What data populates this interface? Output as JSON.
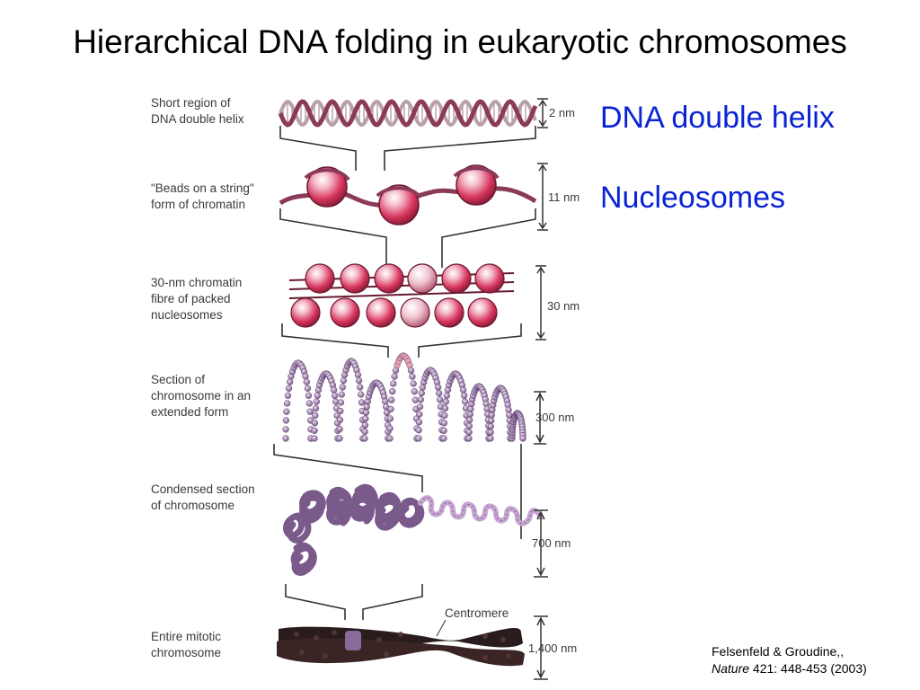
{
  "slide": {
    "title": "Hierarchical DNA folding in eukaryotic chromosomes",
    "annotations": {
      "helix": "DNA double helix",
      "nucleosomes": "Nucleosomes"
    },
    "citation": {
      "authors": "Felsenfeld & Groudine,,",
      "journal": "Nature",
      "details": " 421:  448-453 (2003)"
    }
  },
  "stages": [
    {
      "label_lines": [
        "Short region of",
        "DNA double helix"
      ],
      "scale": "2 nm"
    },
    {
      "label_lines": [
        "\"Beads on a string\"",
        "form of chromatin"
      ],
      "scale": "11 nm"
    },
    {
      "label_lines": [
        "30-nm chromatin",
        "fibre of packed",
        "nucleosomes"
      ],
      "scale": "30 nm"
    },
    {
      "label_lines": [
        "Section of",
        "chromosome in an",
        "extended form"
      ],
      "scale": "300 nm"
    },
    {
      "label_lines": [
        "Condensed section",
        "of chromosome"
      ],
      "scale": "700 nm"
    },
    {
      "label_lines": [
        "Entire mitotic",
        "chromosome"
      ],
      "scale": "1,400 nm"
    }
  ],
  "centromere_label": "Centromere",
  "colors": {
    "annotation_blue": "#0a23d6",
    "dna_strand": "#8c3a5a",
    "nucleosome": "#d8365e",
    "chromatin_lilac": "#9a7aa6",
    "chromosome_dark": "#2a1c1c"
  }
}
